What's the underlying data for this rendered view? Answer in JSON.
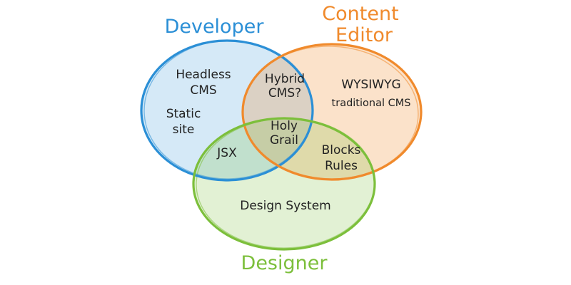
{
  "titles": {
    "developer": "Developer",
    "content_editor_line1": "Content",
    "content_editor_line2": "Editor",
    "designer": "Designer"
  },
  "regions": {
    "developer_only": {
      "line1": "Headless",
      "line2": "CMS"
    },
    "developer_only_2": {
      "line1": "Static",
      "line2": "site"
    },
    "developer_editor": {
      "line1": "Hybrid",
      "line2": "CMS?"
    },
    "editor_only": {
      "line1": "WYSIWYG",
      "line2": "traditional CMS"
    },
    "center": {
      "line1": "Holy",
      "line2": "Grail"
    },
    "developer_designer": {
      "line1": "JSX"
    },
    "editor_designer": {
      "line1": "Blocks",
      "line2": "Rules"
    },
    "designer_only": {
      "line1": "Design System"
    }
  },
  "colors": {
    "developer": "#2b8fd6",
    "content_editor": "#f08a2c",
    "designer": "#7cbf3b",
    "developer_fill": "#dbeaf7",
    "content_editor_fill": "#fbdcc3",
    "designer_fill": "#e6f1d4"
  }
}
